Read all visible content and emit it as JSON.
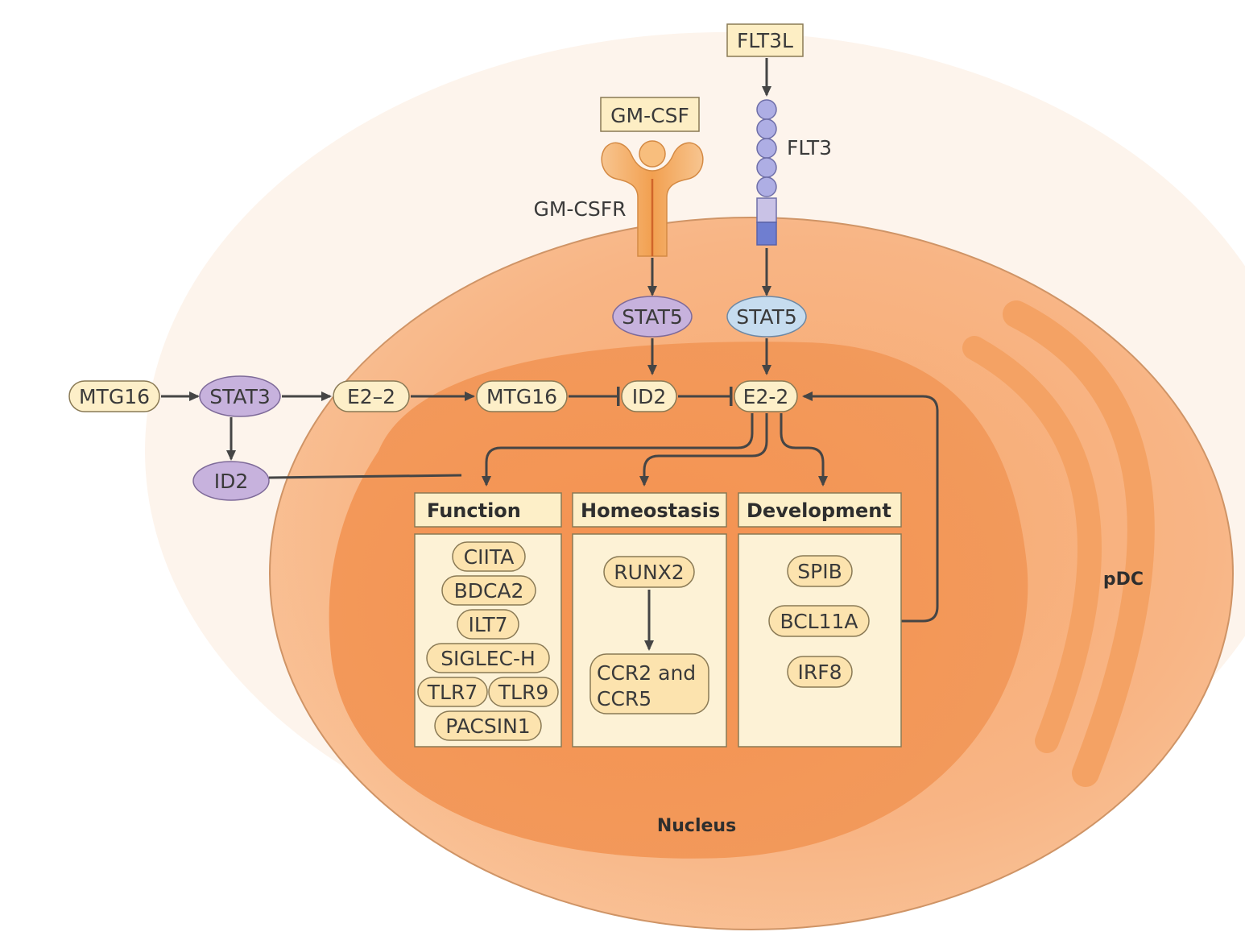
{
  "colors": {
    "cell": "#f6b27a",
    "nucleus": "#f0955a",
    "node_fill": "#fdefc8",
    "node_stroke": "#8a7a55",
    "purple_node": "#c7b2dd",
    "blue_node": "#c6dcef",
    "arrow": "#454545",
    "receptor": "#f5a55c",
    "flt3_bead": "#aeaee4"
  },
  "ligands": {
    "gmcsf": "GM-CSF",
    "flt3l": "FLT3L"
  },
  "receptors": {
    "gmcsfr": "GM-CSFR",
    "flt3": "FLT3"
  },
  "nodes": {
    "stat5_left": "STAT5",
    "stat5_right": "STAT5",
    "mtg16_left": "MTG16",
    "stat3": "STAT3",
    "e22_left": "E2–2",
    "mtg16_mid": "MTG16",
    "id2_mid": "ID2",
    "e22_main": "E2-2",
    "id2_lower": "ID2"
  },
  "panels": [
    {
      "title": "Function",
      "genes": [
        "CIITA",
        "BDCA2",
        "ILT7",
        "SIGLEC-H",
        "TLR7",
        "TLR9",
        "PACSIN1"
      ]
    },
    {
      "title": "Homeostasis",
      "genes": [
        "RUNX2",
        "CCR2 and",
        "CCR5"
      ]
    },
    {
      "title": "Development",
      "genes": [
        "SPIB",
        "BCL11A",
        "IRF8"
      ]
    }
  ],
  "labels": {
    "nucleus": "Nucleus",
    "cell": "pDC"
  },
  "icons": {
    "activation_arrow": "arrow-icon",
    "inhibition_bar": "inhibition-icon"
  }
}
